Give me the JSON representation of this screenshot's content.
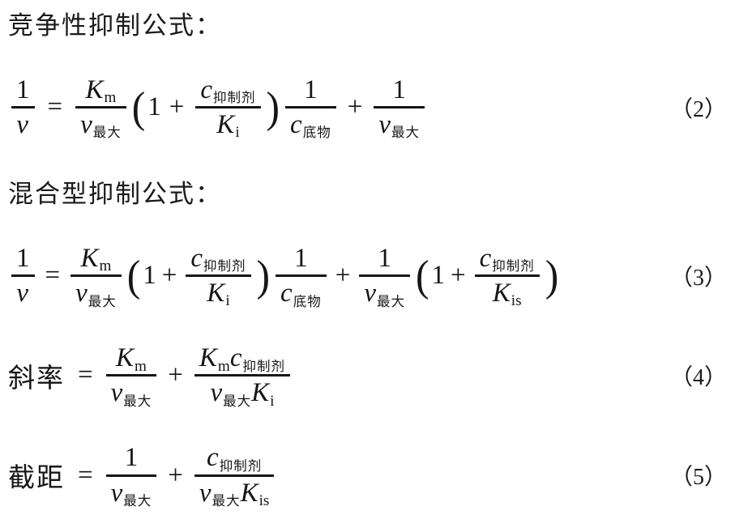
{
  "headings": {
    "competitive": "竞争性抑制公式：",
    "mixed": "混合型抑制公式："
  },
  "labels": {
    "slope": "斜率",
    "intercept": "截距"
  },
  "sym": {
    "one": "1",
    "v": "v",
    "K": "K",
    "c": "c",
    "sub_m": "m",
    "sub_i": "i",
    "sub_is": "is",
    "sub_max": "最大",
    "sub_inhibitor": "抑制剂",
    "sub_substrate": "底物",
    "equals": "=",
    "plus": "+",
    "lparen": "(",
    "rparen": ")"
  },
  "eqnums": {
    "e2": "（2）",
    "e3": "（3）",
    "e4": "（4）",
    "e5": "（5）"
  }
}
